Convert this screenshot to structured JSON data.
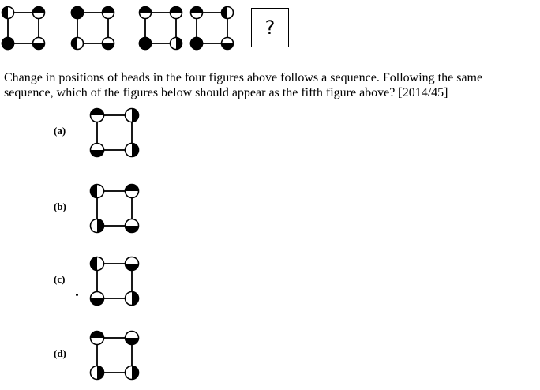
{
  "question": {
    "text": "Change in positions of beads in the four figures above follows a sequence. Following the same sequence, which of the figures below should appear as the fifth figure above? [2014/45]",
    "placeholder": "?"
  },
  "sequence": [
    {
      "tl": "left",
      "tr": "top",
      "bl": "full",
      "br": "bottom"
    },
    {
      "tl": "full",
      "tr": "top",
      "bl": "left",
      "br": "bottom"
    },
    {
      "tl": "top",
      "tr": "top",
      "bl": "full",
      "br": "right"
    },
    {
      "tl": "top",
      "tr": "left",
      "bl": "full",
      "br": "bottom"
    }
  ],
  "options": [
    {
      "label": "(a)",
      "beads": {
        "tl": "top",
        "tr": "right",
        "bl": "bottom",
        "br": "right"
      }
    },
    {
      "label": "(b)",
      "beads": {
        "tl": "left",
        "tr": "top",
        "bl": "right",
        "br": "bottom"
      }
    },
    {
      "label": "(c)",
      "beads": {
        "tl": "left",
        "tr": "bottom",
        "bl": "bottom",
        "br": "right"
      }
    },
    {
      "label": "(d)",
      "beads": {
        "tl": "top",
        "tr": "bottom",
        "bl": "right",
        "br": "right"
      }
    }
  ]
}
